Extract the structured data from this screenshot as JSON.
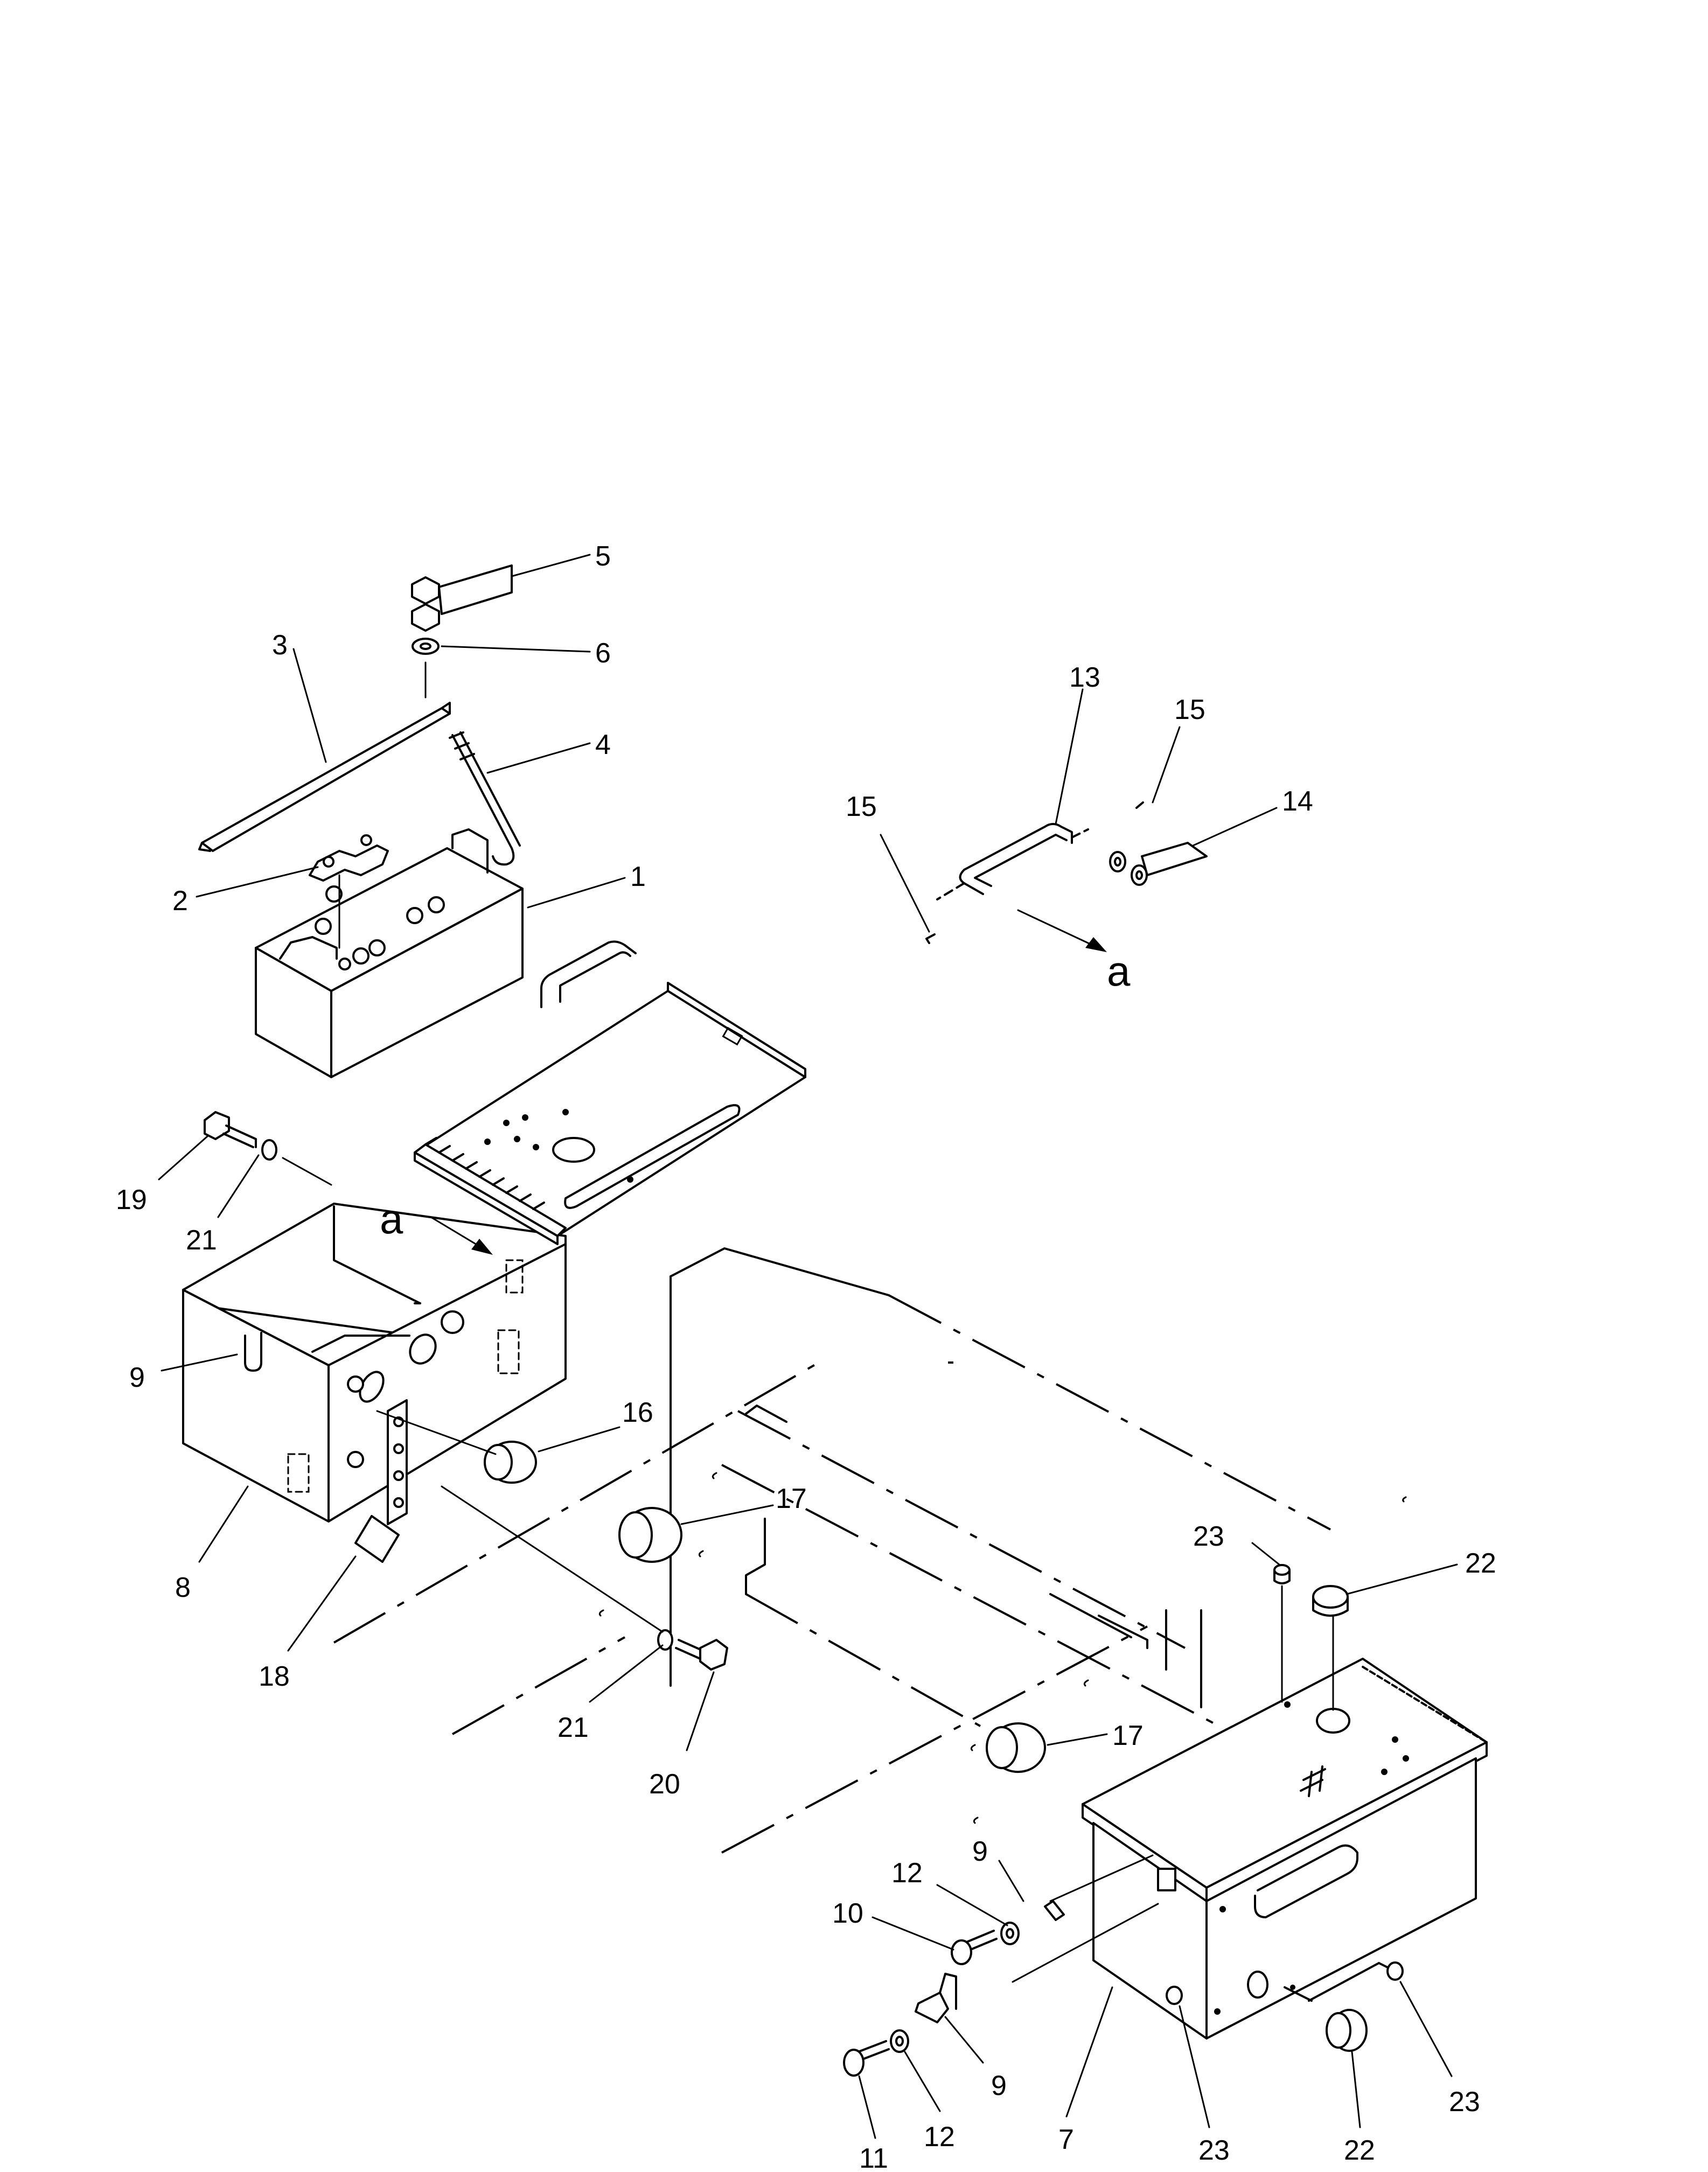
{
  "callouts": {
    "c1": "1",
    "c2": "2",
    "c3": "3",
    "c4": "4",
    "c5": "5",
    "c6": "6",
    "c7": "7",
    "c8": "8",
    "c9a": "9",
    "c9b": "9",
    "c9c": "9",
    "c10": "10",
    "c11": "11",
    "c12a": "12",
    "c12b": "12",
    "c13": "13",
    "c14": "14",
    "c15a": "15",
    "c15b": "15",
    "c16": "16",
    "c17a": "17",
    "c17b": "17",
    "c18": "18",
    "c19": "19",
    "c20": "20",
    "c21a": "21",
    "c21b": "21",
    "c22a": "22",
    "c22b": "22",
    "c23a": "23",
    "c23b": "23",
    "c23c": "23",
    "view_a_top": "a",
    "view_a_box": "a"
  }
}
